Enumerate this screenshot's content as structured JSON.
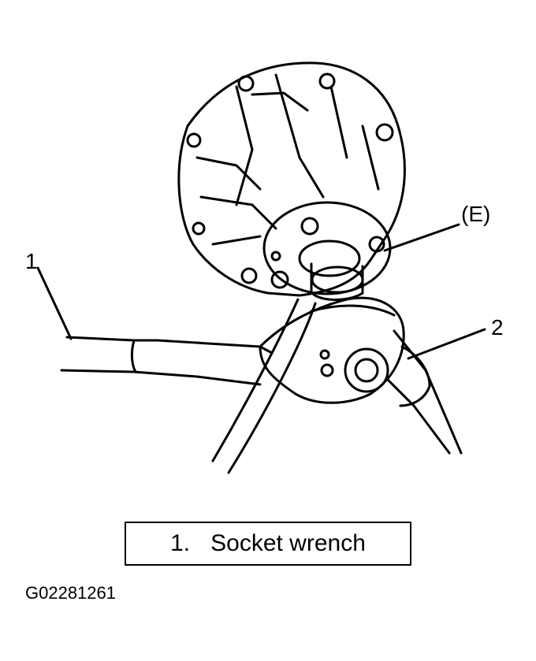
{
  "callouts": {
    "one": "1",
    "two": "2",
    "e": "(E)"
  },
  "legend": {
    "number": "1.",
    "label": "Socket wrench"
  },
  "figure_code": "G02281261"
}
